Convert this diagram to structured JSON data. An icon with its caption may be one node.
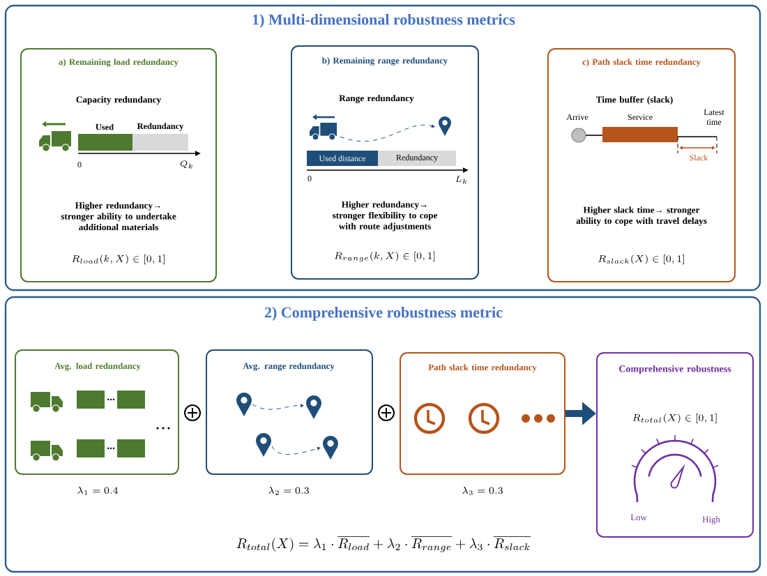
{
  "diagram": {
    "nodes": [
      {
        "text": [
          "1) Multi-dimensional robustness metrics"
        ]
      },
      {
        "text": [
          "a) Remaining load redundancy",
          "Capacity redundancy",
          "Higher redundancy→ stronger ability to undertake additional materials",
          "R_{load}(k,X)\\in[0,1]"
        ],
        "in": 0
      },
      {
        "text": [
          "b) Remaining range redundancy",
          "Range redundancy",
          "Higher redundancy→ stronger flexibility to cope with route adjustments",
          "R_{range}(k,X)\\in[0,1]"
        ],
        "in": 0
      },
      {
        "text": [
          "c) Path slack time redundancy",
          "Time buffer (slack)",
          "Higher slack time→ stronger ability to cope with travel delays",
          "R_{slack}(X)\\in[0,1]"
        ],
        "in": 0
      },
      {
        "text": [
          "2) Comprehensive robustness metric",
          "R_{total}(X)=\\lambda_1\\cdot\\overline{R_{load}}+\\lambda_2\\cdot\\overline{R_{range}}+\\lambda_3\\cdot\\overline{R_{slack}}"
        ]
      },
      {
        "text": [
          "Avg. load redundancy"
        ],
        "in": 4,
        "beside": [
          "\\lambda_1=0.4"
        ]
      },
      {
        "text": [
          "Avg. range redundancy"
        ],
        "in": 4,
        "beside": [
          "\\lambda_2=0.3"
        ]
      },
      {
        "text": [
          "Path slack time redundancy"
        ],
        "in": 4,
        "beside": [
          "\\lambda_3=0.3"
        ]
      },
      {
        "text": [
          "Comprehensive robustness",
          "R_{total}(X)\\in[0,1]"
        ],
        "in": 4
      }
    ],
    "edges": [
      {
        "from": 7,
        "to": 8,
        "arrow": "to",
        "color": "#1f4e79"
      }
    ],
    "labels": [
      "Used",
      "Redundancy",
      "0",
      "Q_k",
      "Used distance",
      "Redundancy",
      "0",
      "L_k",
      "Arrive",
      "Service",
      "Latest time",
      "Slack",
      "Low",
      "High"
    ]
  }
}
